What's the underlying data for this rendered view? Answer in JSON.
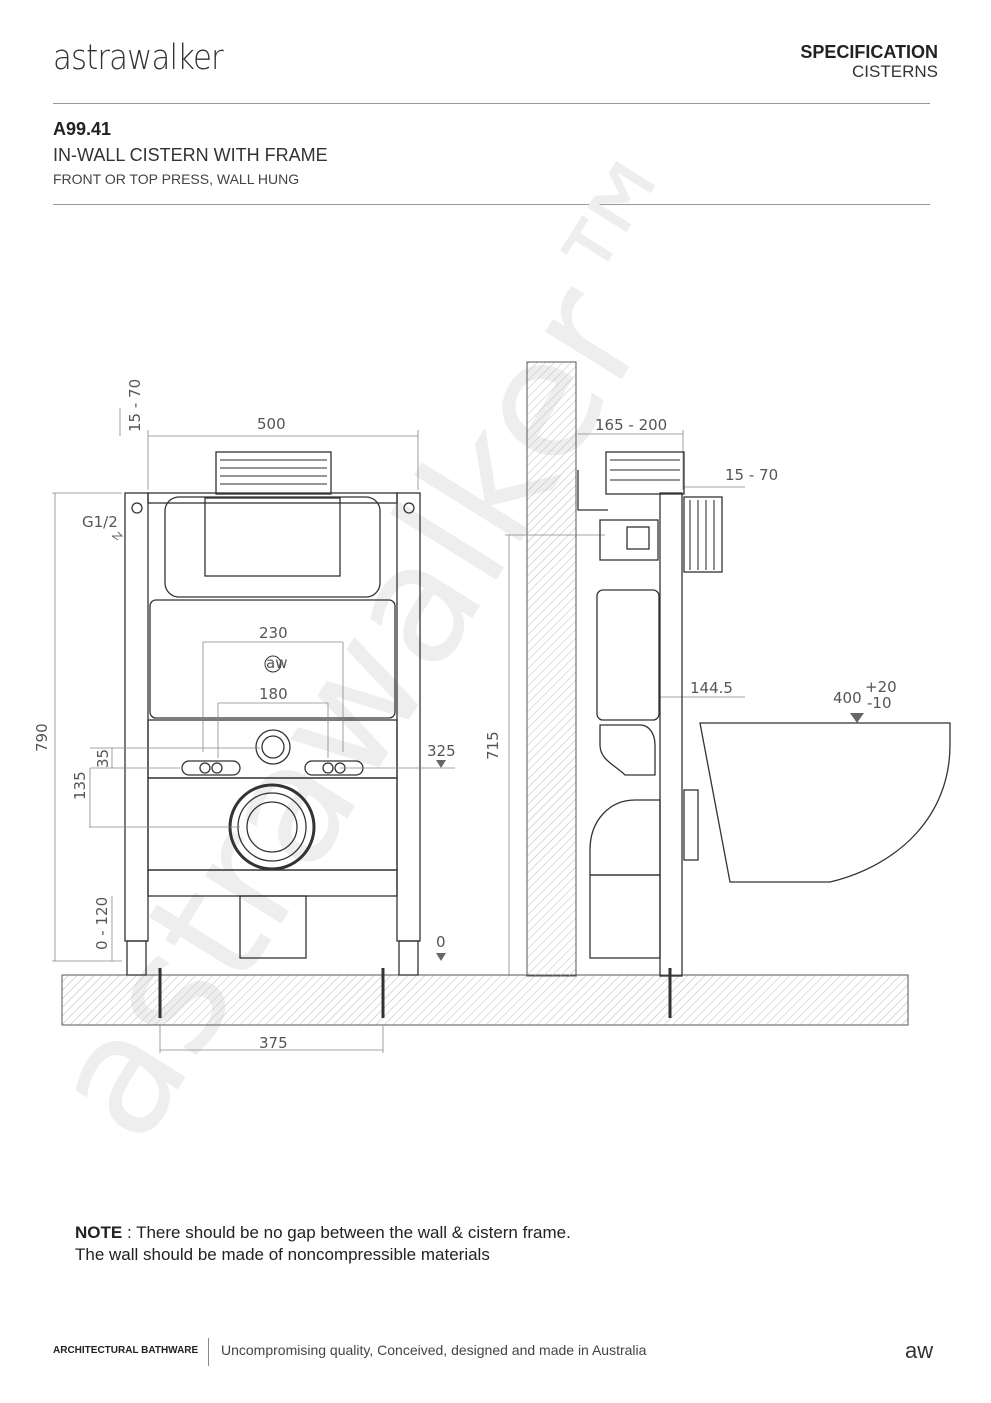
{
  "header": {
    "logo": "astrawalker",
    "spec_label": "SPECIFICATION",
    "category": "CISTERNS"
  },
  "product": {
    "code": "A99.41",
    "title": "IN-WALL CISTERN WITH FRAME",
    "subtitle": "FRONT OR TOP PRESS, WALL HUNG"
  },
  "drawing": {
    "watermark": "astrawalker™",
    "front": {
      "depth_adjust": "15 - 70",
      "width": "500",
      "inlet": "G1/2",
      "plate_width": "230",
      "mount_spacing": "180",
      "overall_height": "790",
      "button_offset": "35",
      "button_height": "325",
      "outlet_offset": "135",
      "leg_adjust": "0 - 120",
      "floor_level": "0",
      "fixing_spacing": "375",
      "badge": "aw"
    },
    "side": {
      "depth": "165 - 200",
      "depth_adjust": "15 - 70",
      "outlet_projection": "144.5",
      "pan_height": "400",
      "pan_tol_plus": "+20",
      "pan_tol_minus": "-10",
      "mount_height": "715"
    }
  },
  "note": {
    "label": "NOTE",
    "line1": " : There should be no gap between the wall & cistern frame.",
    "line2": "The wall should be made of noncompressible materials"
  },
  "footer": {
    "brand": "ARCHITECTURAL BATHWARE",
    "tagline": "Uncompromising quality, Conceived, designed and made in Australia",
    "logo": "aw"
  }
}
